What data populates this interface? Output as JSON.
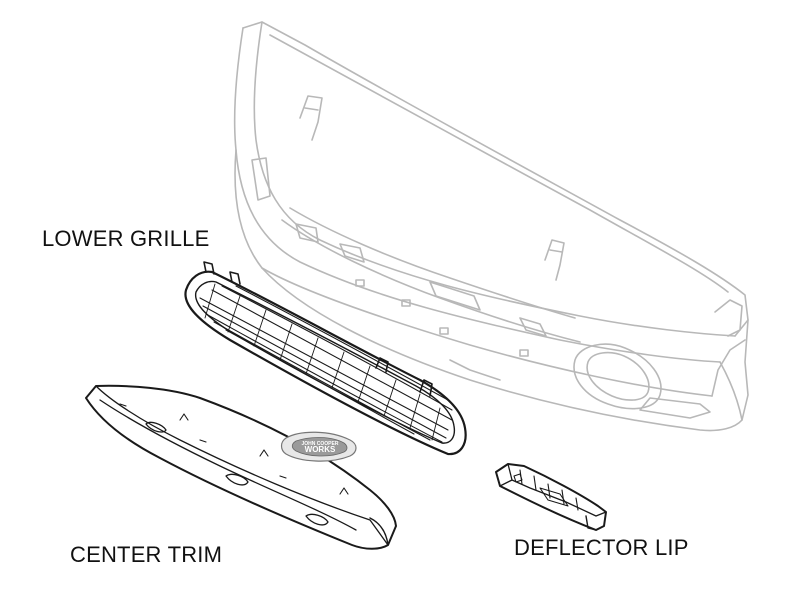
{
  "labels": {
    "lower_grille": "LOWER GRILLE",
    "center_trim": "CENTER TRIM",
    "deflector_lip": "DEFLECTOR LIP"
  },
  "badge": {
    "top_text": "JOHN COOPER",
    "main_text": "WORKS"
  },
  "colors": {
    "bumper_line": "#b8b8b8",
    "part_line": "#1a1a1a",
    "text": "#111111"
  }
}
